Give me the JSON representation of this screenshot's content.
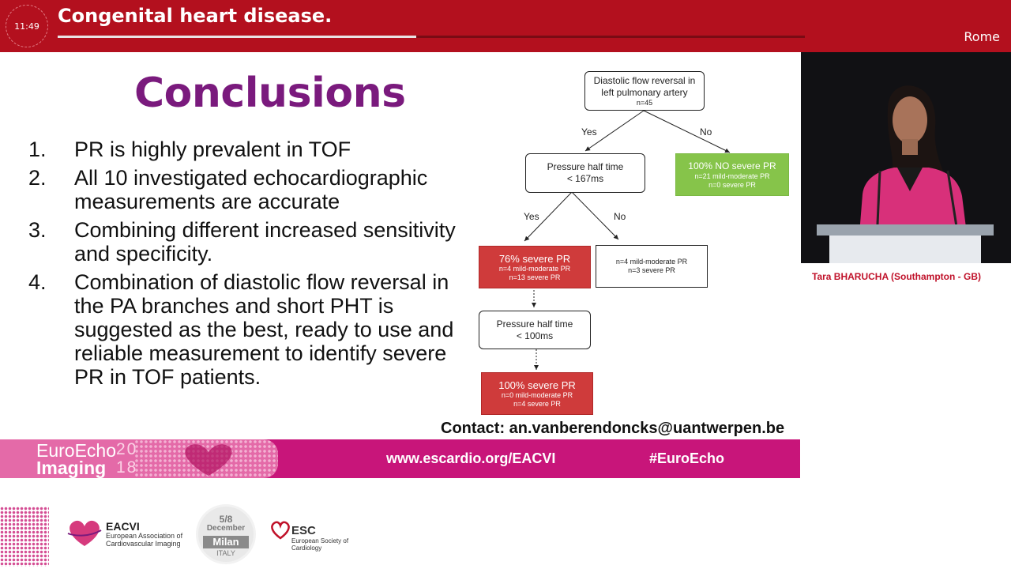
{
  "header": {
    "time": "11:49",
    "session_title": "Congenital heart disease.",
    "location": "Rome",
    "progress": 0.48
  },
  "slide": {
    "title": "Conclusions",
    "points": [
      {
        "num": "1.",
        "text": "PR is highly prevalent in TOF"
      },
      {
        "num": "2.",
        "text": "All 10 investigated echocardiographic measurements are accurate"
      },
      {
        "num": "3.",
        "text": "Combining different increased sensitivity and specificity."
      },
      {
        "num": "4.",
        "text": "Combination of diastolic flow reversal in the PA branches and short PHT is suggested as the best,  ready to use and reliable measurement to identify severe PR in TOF patients."
      }
    ],
    "flowchart": {
      "root": {
        "line1": "Diastolic flow reversal in",
        "line2": "left pulmonary artery",
        "n": "n=45"
      },
      "yes1": "Yes",
      "no1": "No",
      "pht167": {
        "line1": "Pressure half time",
        "line2": "< 167ms"
      },
      "no_severe": {
        "main": "100% NO severe PR",
        "sub1": "n=21 mild-moderate PR",
        "sub2": "n=0 severe PR"
      },
      "yes2": "Yes",
      "no2": "No",
      "severe76": {
        "main": "76% severe PR",
        "sub1": "n=4 mild-moderate PR",
        "sub2": "n=13 severe PR"
      },
      "plain_box": {
        "sub1": "n=4 mild-moderate PR",
        "sub2": "n=3 severe PR"
      },
      "pht100": {
        "line1": "Pressure half time",
        "line2": "< 100ms"
      },
      "severe100": {
        "main": "100% severe PR",
        "sub1": "n=0 mild-moderate PR",
        "sub2": "n=4 severe PR"
      }
    },
    "contact": "Contact: an.vanberendoncks@uantwerpen.be"
  },
  "banner": {
    "brand_top": "EuroEcho",
    "brand_bottom": "Imaging",
    "year": "20 18",
    "url": "www.escardio.org/EACVI",
    "hashtag": "#EuroEcho"
  },
  "footer": {
    "eacvi_name": "EACVI",
    "eacvi_sub": "European Association of Cardiovascular Imaging",
    "badge_dates": "5/8",
    "badge_month": "December",
    "badge_city": "Milan",
    "badge_country": "ITALY",
    "esc_name": "ESC",
    "esc_sub": "European Society of Cardiology"
  },
  "speaker": "Tara BHARUCHA (Southampton - GB)",
  "colors": {
    "header_red": "#b3101e",
    "title_purple": "#7a1a7d",
    "banner_pink": "#c8157a",
    "red_box": "#cf3b3b",
    "green_box": "#86c44a"
  }
}
